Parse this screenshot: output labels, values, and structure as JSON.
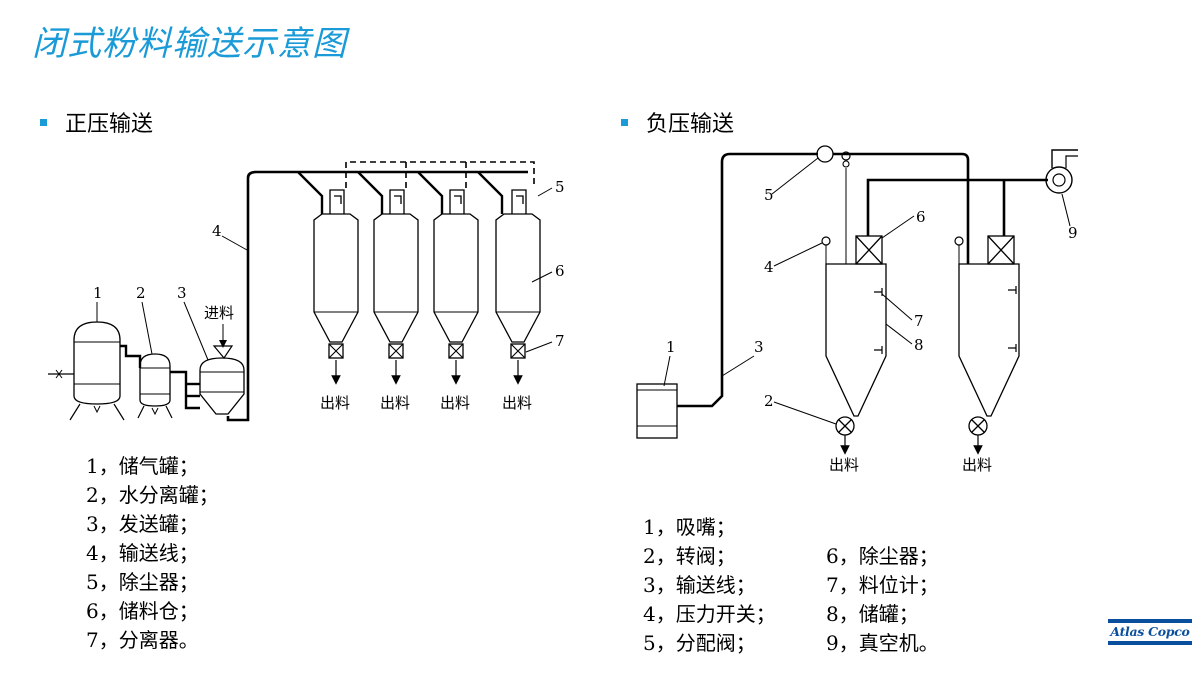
{
  "slide": {
    "title": "闭式粉料输送示意图",
    "logo_text": "Atlas Copco",
    "accent_color": "#1a9bd7",
    "logo_color": "#0a4f9e"
  },
  "left": {
    "heading": "正压输送",
    "diagram": {
      "callouts": [
        "1",
        "2",
        "3",
        "4",
        "5",
        "6",
        "7"
      ],
      "feed_label": "进料",
      "outlet_label": "出料"
    },
    "legend": [
      "1，储气罐；",
      "2，水分离罐；",
      "3，发送罐；",
      "4，输送线；",
      "5，除尘器；",
      "6，储料仓；",
      "7，分离器。"
    ]
  },
  "right": {
    "heading": "负压输送",
    "diagram": {
      "callouts": [
        "1",
        "2",
        "3",
        "4",
        "5",
        "6",
        "7",
        "8",
        "9"
      ],
      "outlet_label": "出料"
    },
    "legend_col1": [
      "1，吸嘴；",
      "2，转阀；",
      "3，输送线；",
      "4，压力开关；",
      "5，分配阀；"
    ],
    "legend_col2": [
      "6，除尘器；",
      "7，料位计；",
      "8，储罐；",
      "9，真空机。"
    ]
  }
}
